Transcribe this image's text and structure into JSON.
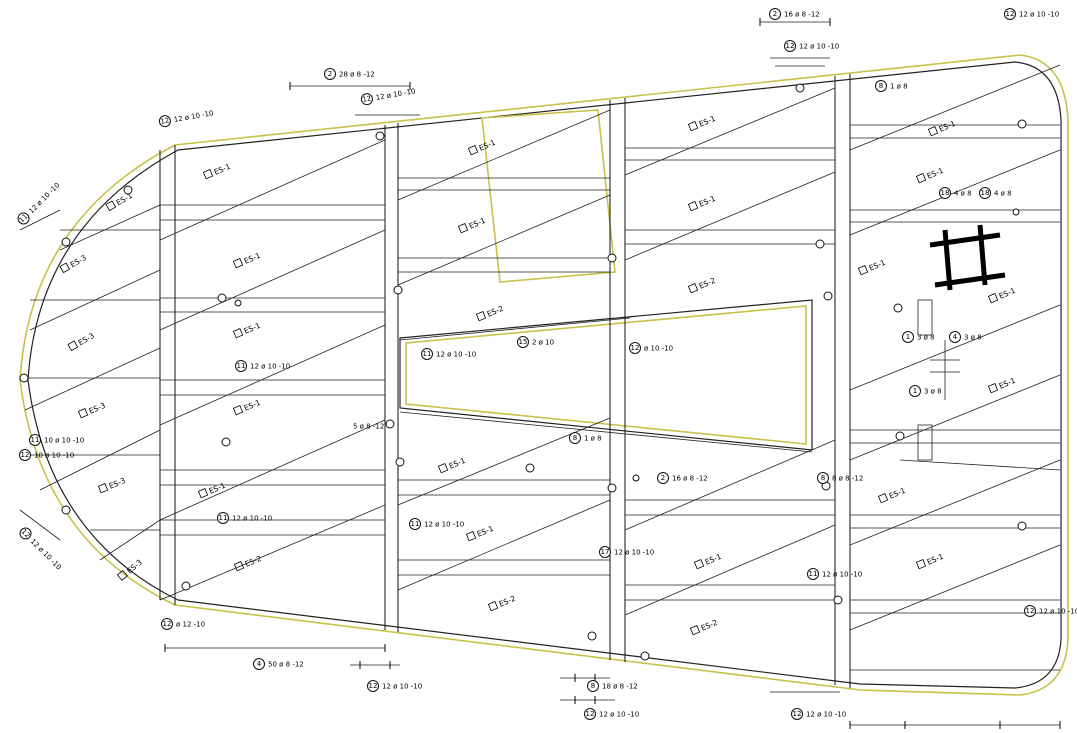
{
  "drawing": {
    "labels": [
      {
        "id": "t1",
        "text": "16 ø 8 -12",
        "mark": "2"
      },
      {
        "id": "t2",
        "text": "12 ø 10 -10",
        "mark": "12"
      },
      {
        "id": "t3",
        "text": "12 ø 10 -10",
        "mark": "12"
      },
      {
        "id": "t4",
        "text": "28 ø 8 -12",
        "mark": "2"
      },
      {
        "id": "t5",
        "text": "12 ø 10 -10",
        "mark": "12"
      },
      {
        "id": "t6",
        "text": "12 ø 10 -10",
        "mark": "12"
      },
      {
        "id": "t7",
        "text": "1 ø 8",
        "mark": "8"
      },
      {
        "id": "t8",
        "text": "4 ø 8",
        "mark": "18"
      },
      {
        "id": "t9",
        "text": "4 ø 8",
        "mark": "18"
      },
      {
        "id": "t10",
        "text": "12 ø 10 -10",
        "mark": "11"
      },
      {
        "id": "t11",
        "text": "2 ø 10",
        "mark": "15"
      },
      {
        "id": "t12",
        "text": "ø 10 -10",
        "mark": "12"
      },
      {
        "id": "t13",
        "text": "12 ø 10 -10",
        "mark": "11"
      },
      {
        "id": "t14",
        "text": "3 ø 8",
        "mark": "1"
      },
      {
        "id": "t15",
        "text": "3 ø 8",
        "mark": "4"
      },
      {
        "id": "t16",
        "text": "3 ø 8",
        "mark": "1"
      },
      {
        "id": "t17",
        "text": "10 ø 10 -10",
        "mark": "11"
      },
      {
        "id": "t18",
        "text": "5 ø 8 -12",
        "mark": ""
      },
      {
        "id": "t19",
        "text": "1 ø 8",
        "mark": "8"
      },
      {
        "id": "t20",
        "text": "16 ø 8 -12",
        "mark": "2"
      },
      {
        "id": "t21",
        "text": "8 ø 8 -12",
        "mark": "8"
      },
      {
        "id": "t22",
        "text": "12 ø 10 -10",
        "mark": "11"
      },
      {
        "id": "t23",
        "text": "12 ø 10 -10",
        "mark": "11"
      },
      {
        "id": "t24",
        "text": "12 ø 10 -10",
        "mark": "17"
      },
      {
        "id": "t25",
        "text": "12 ø 10 -10",
        "mark": "11"
      },
      {
        "id": "t26",
        "text": "12 ø 10 -10",
        "mark": "12"
      },
      {
        "id": "t27",
        "text": "50 ø 8 -12",
        "mark": "4"
      },
      {
        "id": "t28",
        "text": "12 ø 10 -10",
        "mark": "12"
      },
      {
        "id": "t29",
        "text": "18 ø 8 -12",
        "mark": "8"
      },
      {
        "id": "t30",
        "text": "12 ø 10 -10",
        "mark": "12"
      },
      {
        "id": "t31",
        "text": "12 ø 10 -10",
        "mark": "12"
      },
      {
        "id": "t32",
        "text": "ø 12 -10",
        "mark": "12"
      },
      {
        "id": "t33",
        "text": "12 ø 10 -10",
        "mark": "11"
      },
      {
        "id": "t34",
        "text": "12 ø 10 -10",
        "mark": "12"
      },
      {
        "id": "t35",
        "text": "10 ø 10 -10",
        "mark": "12"
      }
    ],
    "es_tags": [
      {
        "id": "e1",
        "text": "ES-1"
      },
      {
        "id": "e2",
        "text": "ES-1"
      },
      {
        "id": "e3",
        "text": "ES-1"
      },
      {
        "id": "e4",
        "text": "ES-1"
      },
      {
        "id": "e5",
        "text": "ES-1"
      },
      {
        "id": "e6",
        "text": "ES-1"
      },
      {
        "id": "e7",
        "text": "ES-1"
      },
      {
        "id": "e8",
        "text": "ES-2"
      },
      {
        "id": "e9",
        "text": "ES-1"
      },
      {
        "id": "e10",
        "text": "ES-1"
      },
      {
        "id": "e11",
        "text": "ES-1"
      },
      {
        "id": "e12",
        "text": "ES-3"
      },
      {
        "id": "e13",
        "text": "ES-3"
      },
      {
        "id": "e14",
        "text": "ES-3"
      },
      {
        "id": "e15",
        "text": "ES-1"
      },
      {
        "id": "e16",
        "text": "ES-1"
      },
      {
        "id": "e17",
        "text": "ES-2"
      },
      {
        "id": "e18",
        "text": "ES-1"
      },
      {
        "id": "e19",
        "text": "ES-2"
      },
      {
        "id": "e20",
        "text": "ES-1"
      },
      {
        "id": "e21",
        "text": "ES-1"
      },
      {
        "id": "e22",
        "text": "ES-3"
      },
      {
        "id": "e23",
        "text": "ES-2"
      },
      {
        "id": "e24",
        "text": "ES-1"
      },
      {
        "id": "e25",
        "text": "ES-3"
      },
      {
        "id": "e26",
        "text": "ES-1"
      },
      {
        "id": "e27",
        "text": "ES-1"
      },
      {
        "id": "e28",
        "text": "ES-1"
      },
      {
        "id": "e29",
        "text": "ES-1"
      },
      {
        "id": "e30",
        "text": "ES-2"
      }
    ]
  }
}
